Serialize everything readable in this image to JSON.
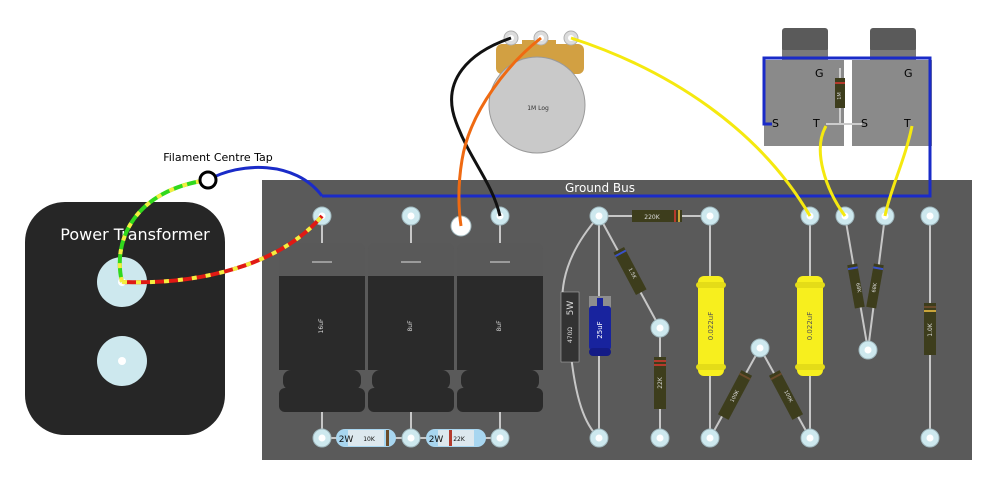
{
  "labels": {
    "filament_centre_tap": "Filament Centre Tap",
    "power_transformer": "Power Transformer",
    "ground_bus": "Ground Bus",
    "pot_value": "1M Log",
    "jack_left_g": "G",
    "jack_left_s": "S",
    "jack_left_t": "T",
    "jack_right_g": "G",
    "jack_right_s": "S",
    "jack_right_t": "T",
    "jack_resistor": "1M"
  },
  "caps": {
    "filter1": "16uF",
    "filter2": "8uF",
    "filter3": "8uF",
    "coupling1": "0.022uF",
    "coupling2": "0.022uF",
    "cathode_bypass": "25uF"
  },
  "resistors": {
    "dropping1_watt": "2W",
    "dropping1_value": "10K",
    "dropping2_watt": "2W",
    "dropping2_value": "22K",
    "cathode_watt": "5W",
    "cathode_value": "470Ω",
    "r220k": "220K",
    "r1k5": "1.5K",
    "r22k": "22K",
    "r100k_a": "100K",
    "r100k_b": "100K",
    "r68k_a": "68K",
    "r68k_b": "68K",
    "r1k": "1.0K"
  },
  "colors": {
    "chassis": "#5a5a5a",
    "ground_wire": "#1a2bc8",
    "yellow_wire": "#f5e90f",
    "orange_wire": "#ef6a12",
    "red_wire": "#e01a14",
    "green_wire": "#31d81c",
    "eyelet": "#cde8ee",
    "cap_yellow": "#f7ef1e",
    "cap_blue": "#18239e",
    "resistor_body": "#3d3d1c",
    "dropping_resistor": "#a8d6f0"
  }
}
